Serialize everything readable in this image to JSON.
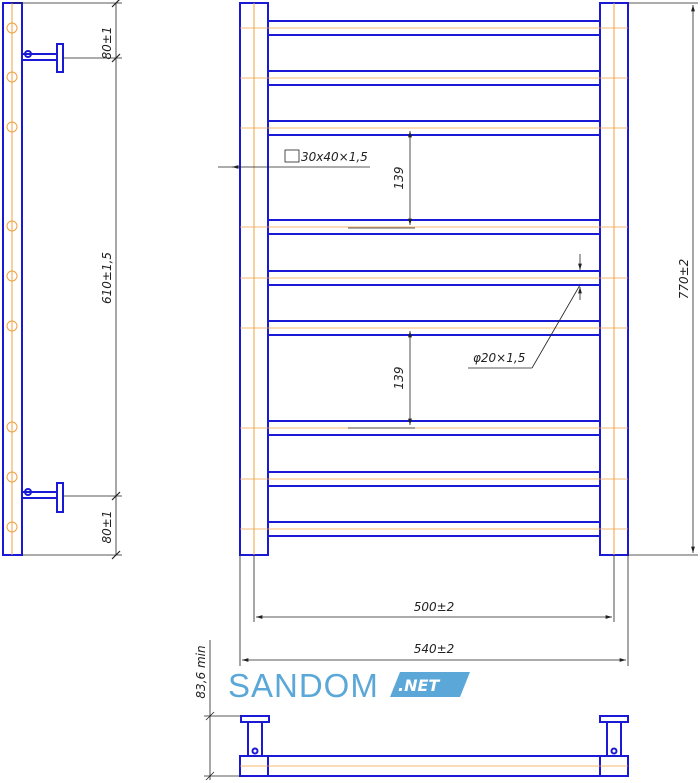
{
  "drawing": {
    "dimensions": {
      "side_top_offset": "80±1",
      "side_mount_span": "610±1,5",
      "side_bottom_offset": "80±1",
      "profile": "30x40×1,5",
      "rung_spacing_upper": "139",
      "rung_spacing_lower": "139",
      "rung_tube": "φ20×1,5",
      "overall_height": "770±2",
      "inner_width": "500±2",
      "overall_width": "540±2",
      "wall_clearance": "83,6 min"
    }
  },
  "logo": {
    "text": "SANDOM",
    "suffix": ".NET"
  },
  "colors": {
    "outline": "#1a1ad6",
    "centerline": "#f0a040",
    "dimension": "#222222",
    "logo": "#5aa7d8"
  }
}
